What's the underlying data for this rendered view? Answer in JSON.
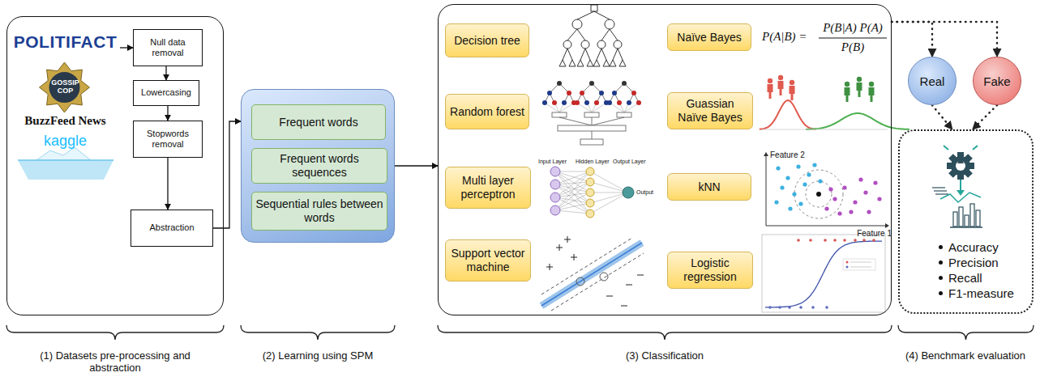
{
  "diagram": {
    "nodes": [
      {
        "text": []
      },
      {
        "text": [
          "POLITIFACT",
          "GOSSIP COP",
          "BuzzFeed News",
          "kaggle"
        ],
        "in": 0
      },
      {
        "text": [
          "Null data removal"
        ],
        "in": 0
      },
      {
        "text": [
          "Lowercasing"
        ],
        "in": 0
      },
      {
        "text": [
          "Stopwords removal"
        ],
        "in": 0
      },
      {
        "text": [
          "Abstraction"
        ],
        "in": 0
      },
      {
        "text": []
      },
      {
        "text": [
          "Frequent words"
        ],
        "in": 6
      },
      {
        "text": [
          "Frequent words sequences"
        ],
        "in": 6
      },
      {
        "text": [
          "Sequential rules between words"
        ],
        "in": 6
      },
      {
        "text": []
      },
      {
        "text": [
          "Decision tree"
        ],
        "in": 10
      },
      {
        "text": [
          "Random forest"
        ],
        "in": 10
      },
      {
        "text": [
          "Multi layer perceptron"
        ],
        "in": 10
      },
      {
        "text": [
          "Support vector machine"
        ],
        "in": 10
      },
      {
        "text": [
          "Naïve Bayes"
        ],
        "in": 10
      },
      {
        "text": [
          "Guassian Naïve Bayes"
        ],
        "in": 10
      },
      {
        "text": [
          "kNN"
        ],
        "in": 10
      },
      {
        "text": [
          "Logistic regression"
        ],
        "in": 10
      },
      {
        "text": [
          "Real"
        ]
      },
      {
        "text": [
          "Fake"
        ]
      },
      {
        "text": [
          "Accuracy",
          "Precision",
          "Recall",
          "F1-measure"
        ]
      }
    ],
    "edges": [
      {
        "from": 1,
        "to": 2,
        "arrow": "to"
      },
      {
        "from": 2,
        "to": 3,
        "arrow": "to"
      },
      {
        "from": 3,
        "to": 4,
        "arrow": "to"
      },
      {
        "from": 4,
        "to": 5,
        "arrow": "to"
      },
      {
        "from": 5,
        "to": 6,
        "arrow": "to"
      },
      {
        "from": 6,
        "to": 10,
        "arrow": "to"
      },
      {
        "from": 10,
        "to": 19,
        "arrow": "to"
      },
      {
        "from": 10,
        "to": 20,
        "arrow": "to"
      },
      {
        "from": 19,
        "to": 21,
        "arrow": "to"
      },
      {
        "from": 20,
        "to": 21,
        "arrow": "to"
      }
    ],
    "labels": [
      "P(A|B) =",
      "P(B|A) P(A)",
      "P(B)",
      "Input Layer",
      "Hidden Layer",
      "Output Layer",
      "Output",
      "Feature 2",
      "Feature 1",
      "(1) Datasets pre-processing and abstraction",
      "(2) Learning using SPM",
      "(3) Classification",
      "(4) Benchmark evaluation"
    ]
  }
}
